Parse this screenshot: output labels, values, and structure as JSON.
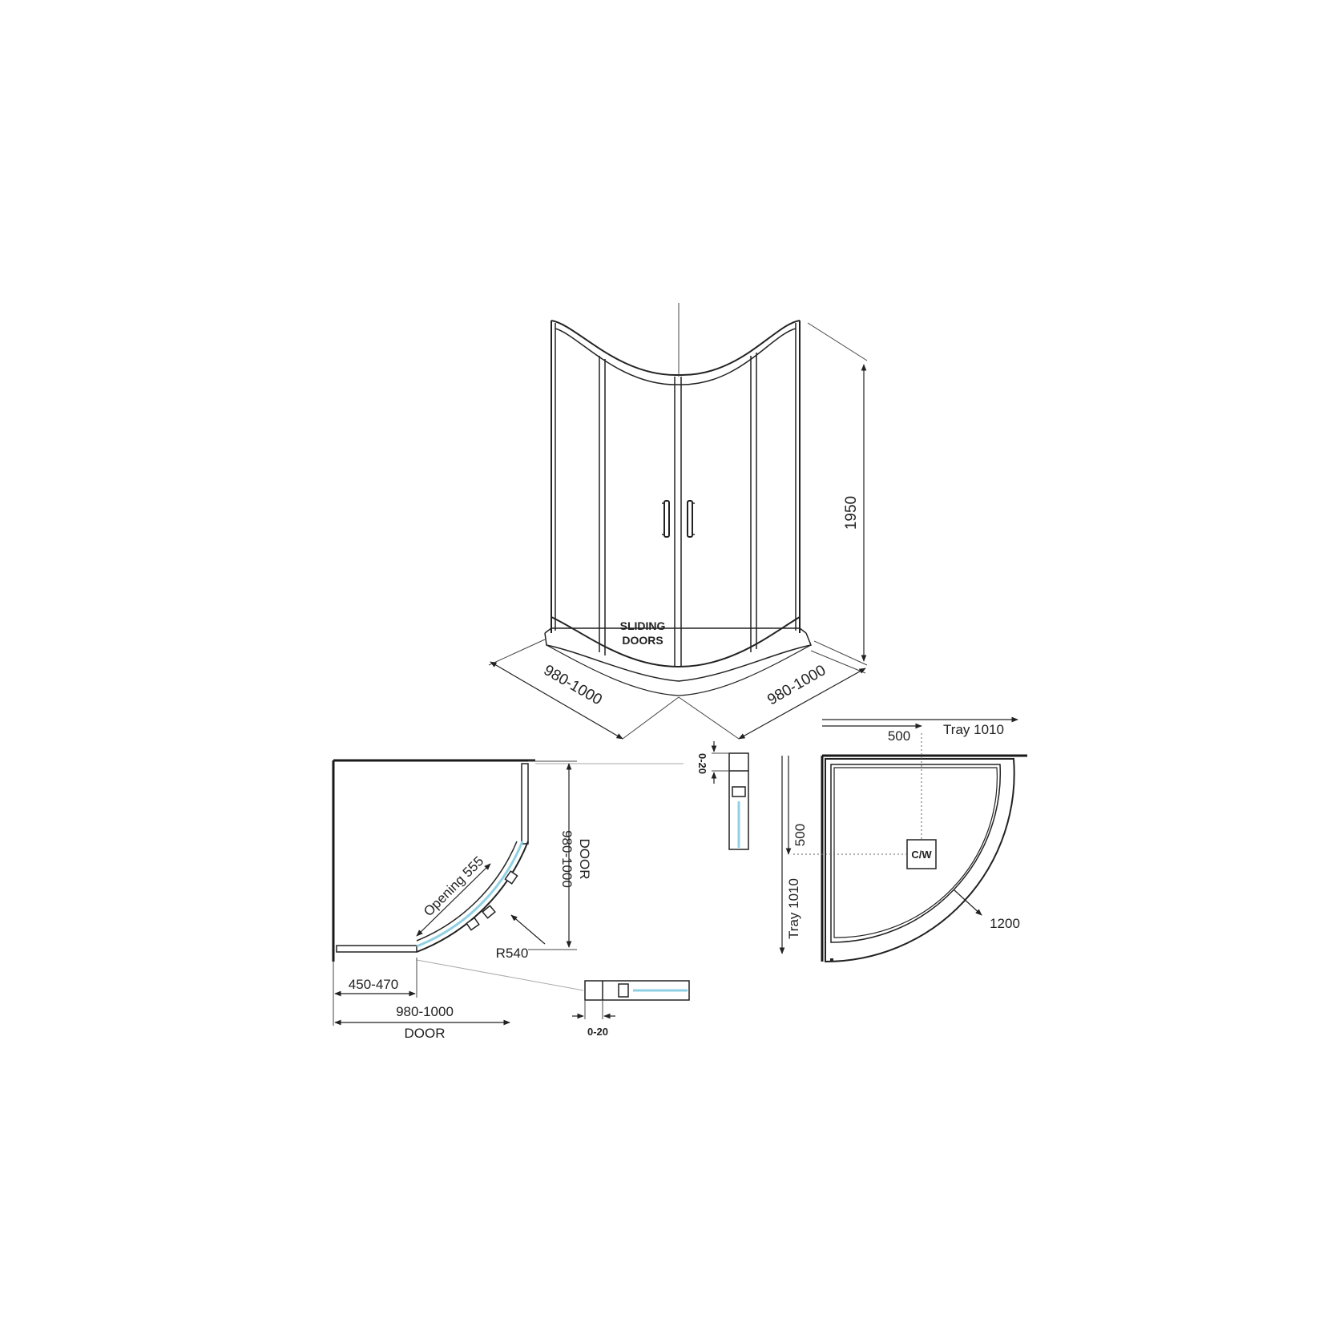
{
  "elevation": {
    "sliding_doors_line1": "SLIDING",
    "sliding_doors_line2": "DOORS",
    "height": "1950",
    "width_left": "980-1000",
    "width_right": "980-1000"
  },
  "plan": {
    "opening": "Opening 555",
    "radius": "R540",
    "side_range": "980-1000",
    "side_door": "DOOR",
    "return_range": "450-470",
    "bottom_range": "980-1000",
    "bottom_door": "DOOR"
  },
  "details": {
    "top_adjust": "0-20",
    "bottom_adjust": "0-20"
  },
  "tray": {
    "waste_offset_x": "500",
    "tray_width": "Tray 1010",
    "waste_offset_y": "500",
    "tray_depth": "Tray 1010",
    "waste_label": "C/W",
    "tray_radius": "1200"
  },
  "colors": {
    "line": "#222222",
    "glass": "#8fd0e4",
    "leader": "#aaaaaa"
  }
}
